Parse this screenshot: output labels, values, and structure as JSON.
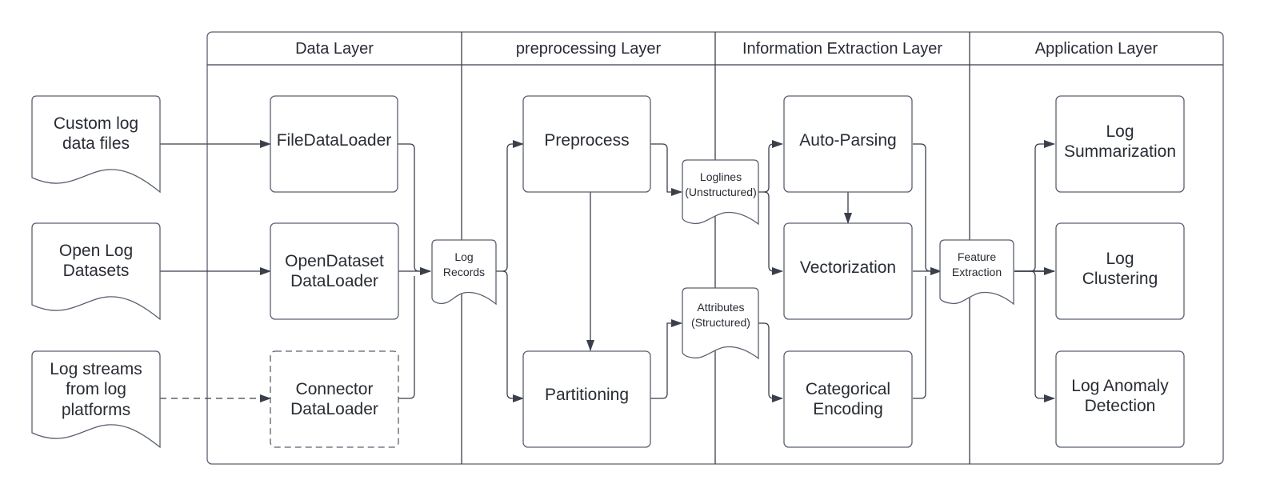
{
  "colors": {
    "stroke": "#3a3f4a",
    "box_border": "#5b6070",
    "text": "#282c33",
    "background": "#ffffff"
  },
  "lanes": [
    {
      "id": "data",
      "title": "Data Layer"
    },
    {
      "id": "preprocessing",
      "title": "preprocessing Layer"
    },
    {
      "id": "extraction",
      "title": "Information Extraction Layer"
    },
    {
      "id": "application",
      "title": "Application Layer"
    }
  ],
  "sources": [
    {
      "id": "custom",
      "label": "Custom log\ndata files"
    },
    {
      "id": "open",
      "label": "Open Log\nDatasets"
    },
    {
      "id": "streams",
      "label": "Log streams\nfrom log\nplatforms"
    }
  ],
  "processes": [
    {
      "id": "file_loader",
      "label": "FileDataLoader",
      "lane": "data",
      "style": "solid"
    },
    {
      "id": "open_loader",
      "label": "OpenDataset\nDataLoader",
      "lane": "data",
      "style": "solid"
    },
    {
      "id": "connector_loader",
      "label": "Connector\nDataLoader",
      "lane": "data",
      "style": "dashed"
    },
    {
      "id": "preprocess",
      "label": "Preprocess",
      "lane": "preprocessing",
      "style": "solid"
    },
    {
      "id": "partitioning",
      "label": "Partitioning",
      "lane": "preprocessing",
      "style": "solid"
    },
    {
      "id": "auto_parsing",
      "label": "Auto-Parsing",
      "lane": "extraction",
      "style": "solid"
    },
    {
      "id": "vectorization",
      "label": "Vectorization",
      "lane": "extraction",
      "style": "solid"
    },
    {
      "id": "categorical",
      "label": "Categorical\nEncoding",
      "lane": "extraction",
      "style": "solid"
    },
    {
      "id": "summarization",
      "label": "Log\nSummarization",
      "lane": "application",
      "style": "solid"
    },
    {
      "id": "clustering",
      "label": "Log\nClustering",
      "lane": "application",
      "style": "solid"
    },
    {
      "id": "anomaly",
      "label": "Log Anomaly\nDetection",
      "lane": "application",
      "style": "solid"
    }
  ],
  "artifacts": [
    {
      "id": "log_records",
      "label": "Log\nRecords"
    },
    {
      "id": "loglines",
      "label": "Loglines\n(Unstructured)"
    },
    {
      "id": "attributes",
      "label": "Attributes\n(Structured)"
    },
    {
      "id": "features",
      "label": "Feature\nExtraction"
    }
  ],
  "edges": [
    {
      "from": "custom",
      "to": "file_loader",
      "style": "solid"
    },
    {
      "from": "open",
      "to": "open_loader",
      "style": "solid"
    },
    {
      "from": "streams",
      "to": "connector_loader",
      "style": "dashed"
    },
    {
      "from": "file_loader",
      "to": "log_records",
      "style": "solid"
    },
    {
      "from": "open_loader",
      "to": "log_records",
      "style": "solid"
    },
    {
      "from": "connector_loader",
      "to": "log_records",
      "style": "solid"
    },
    {
      "from": "log_records",
      "to": "preprocess",
      "style": "solid"
    },
    {
      "from": "log_records",
      "to": "partitioning",
      "style": "solid"
    },
    {
      "from": "preprocess",
      "to": "partitioning",
      "style": "solid"
    },
    {
      "from": "preprocess",
      "to": "loglines",
      "style": "solid"
    },
    {
      "from": "partitioning",
      "to": "attributes",
      "style": "solid"
    },
    {
      "from": "loglines",
      "to": "auto_parsing",
      "style": "solid"
    },
    {
      "from": "loglines",
      "to": "vectorization",
      "style": "solid"
    },
    {
      "from": "auto_parsing",
      "to": "vectorization",
      "style": "solid"
    },
    {
      "from": "attributes",
      "to": "categorical",
      "style": "solid"
    },
    {
      "from": "auto_parsing",
      "to": "features",
      "style": "solid"
    },
    {
      "from": "vectorization",
      "to": "features",
      "style": "solid"
    },
    {
      "from": "categorical",
      "to": "features",
      "style": "solid"
    },
    {
      "from": "features",
      "to": "summarization",
      "style": "solid"
    },
    {
      "from": "features",
      "to": "clustering",
      "style": "solid"
    },
    {
      "from": "features",
      "to": "anomaly",
      "style": "solid"
    }
  ]
}
